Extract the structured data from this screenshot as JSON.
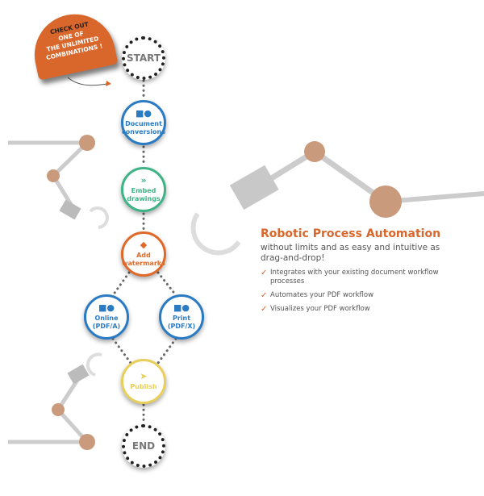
{
  "badge": {
    "line1": "CHECK OUT",
    "line2": "ONE OF",
    "line3": "THE UNLIMITED",
    "line4": "COMBINATIONS !"
  },
  "colors": {
    "accent": "#d9662b",
    "blue": "#2a7bc4",
    "green": "#3db386",
    "orange": "#e0692a",
    "yellow": "#e8cf5a",
    "arm_gray": "#c8c8c8",
    "joint": "#c99a7c"
  },
  "nodes": {
    "start": {
      "label": "START"
    },
    "doc": {
      "label": "Document\nconversions",
      "icon": "shapes-icon"
    },
    "embed": {
      "label": "Embed\ndrawings",
      "icon": "double-chevron-icon"
    },
    "watermark": {
      "label": "Add\nwatermarks",
      "icon": "diamond-icon"
    },
    "online": {
      "label": "Online\n(PDF/A)",
      "icon": "shapes-icon"
    },
    "print": {
      "label": "Print\n(PDF/X)",
      "icon": "shapes-icon"
    },
    "publish": {
      "label": "Publish",
      "icon": "paper-plane-icon"
    },
    "end": {
      "label": "END"
    }
  },
  "content": {
    "title": "Robotic Process Automation",
    "subtitle": "without limits and as easy and intuitive as drag-and-drop!",
    "bullets": [
      "Integrates with your existing document workflow processes",
      "Automates your PDF workflow",
      "Visualizes your PDF workflow"
    ]
  }
}
